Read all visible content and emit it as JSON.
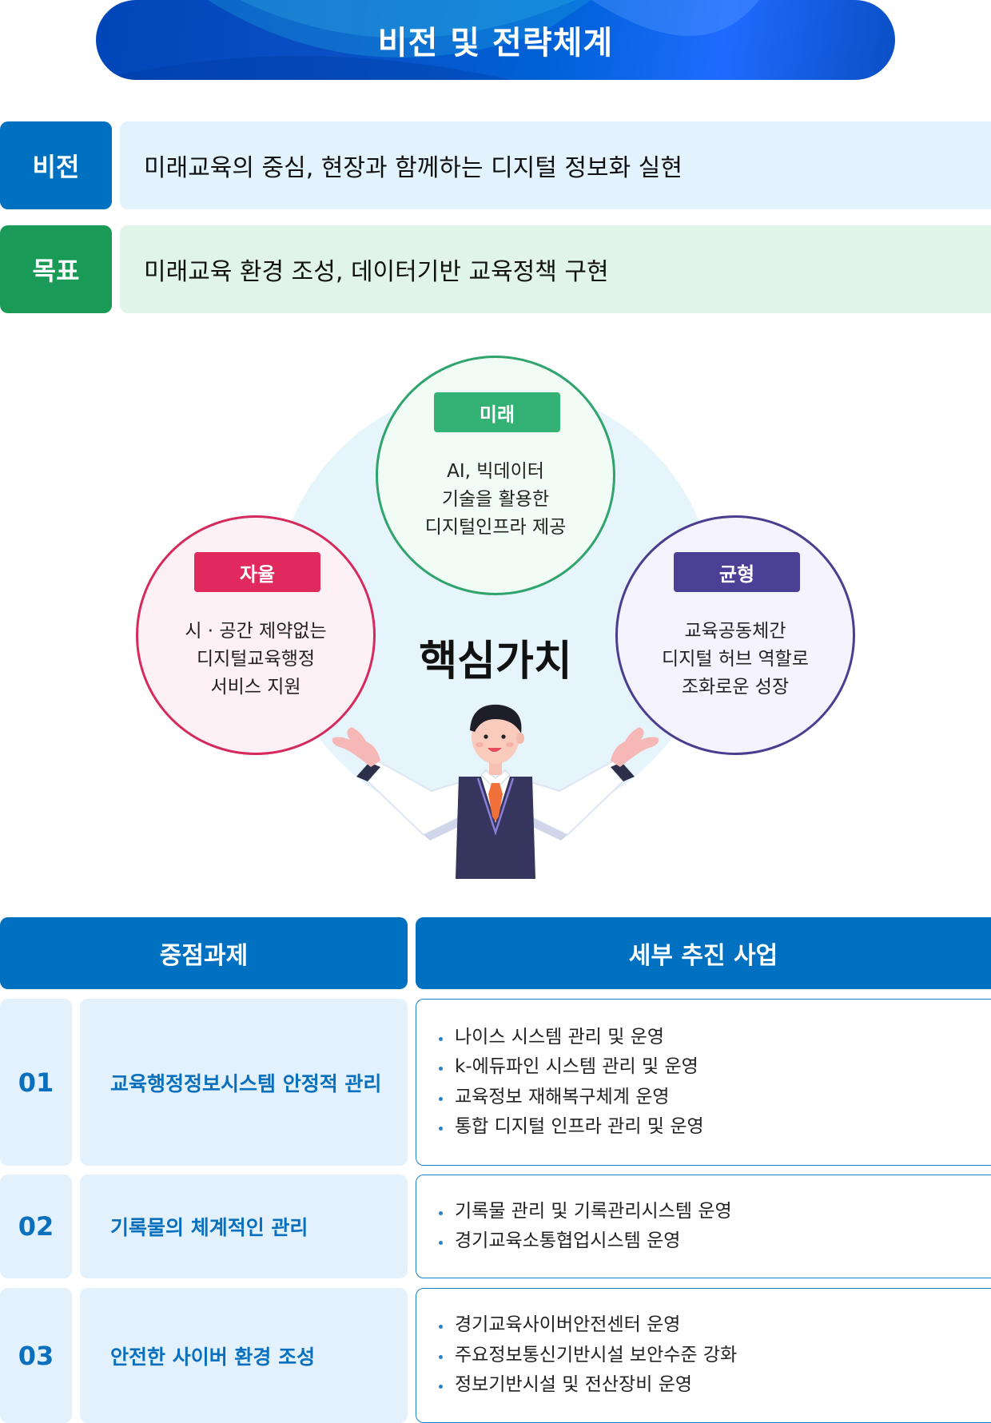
{
  "title": "비전 및 전략체계",
  "vision": {
    "label": "비전",
    "text": "미래교육의 중심, 현장과 함께하는 디지털 정보화 실현"
  },
  "goal": {
    "label": "목표",
    "text": "미래교육 환경 조성, 데이터기반 교육정책 구현"
  },
  "core_values": {
    "title": "핵심가치",
    "items": [
      {
        "label": "미래",
        "lines": [
          "AI, 빅데이터",
          "기술을 활용한",
          "디지털인프라 제공"
        ]
      },
      {
        "label": "자율",
        "lines": [
          "시 · 공간 제약없는",
          "디지털교육행정",
          "서비스 지원"
        ]
      },
      {
        "label": "균형",
        "lines": [
          "교육공동체간",
          "디지털 허브 역할로",
          "조화로운 성장"
        ]
      }
    ]
  },
  "table": {
    "headers": [
      "중점과제",
      "세부 추진 사업"
    ],
    "rows": [
      {
        "num": "01",
        "task": "교육행정정보시스템 안정적 관리",
        "details": [
          "나이스 시스템 관리 및 운영",
          "k-에듀파인 시스템 관리 및 운영",
          "교육정보 재해복구체계 운영",
          "통합 디지털 인프라 관리 및 운영"
        ]
      },
      {
        "num": "02",
        "task": "기록물의 체계적인 관리",
        "details": [
          "기록물 관리 및 기록관리시스템 운영",
          "경기교육소통협업시스템 운영"
        ]
      },
      {
        "num": "03",
        "task": "안전한 사이버 환경 조성",
        "details": [
          "경기교육사이버안전센터 운영",
          "주요정보통신기반시설 보안수준 강화",
          "정보기반시설 및 전산장비 운영"
        ]
      }
    ]
  },
  "colors": {
    "primary_blue": "#0070c0",
    "green": "#1a9a57",
    "future_green": "#34b174",
    "autonomy_red": "#e02a5e",
    "balance_purple": "#4b3f96"
  }
}
